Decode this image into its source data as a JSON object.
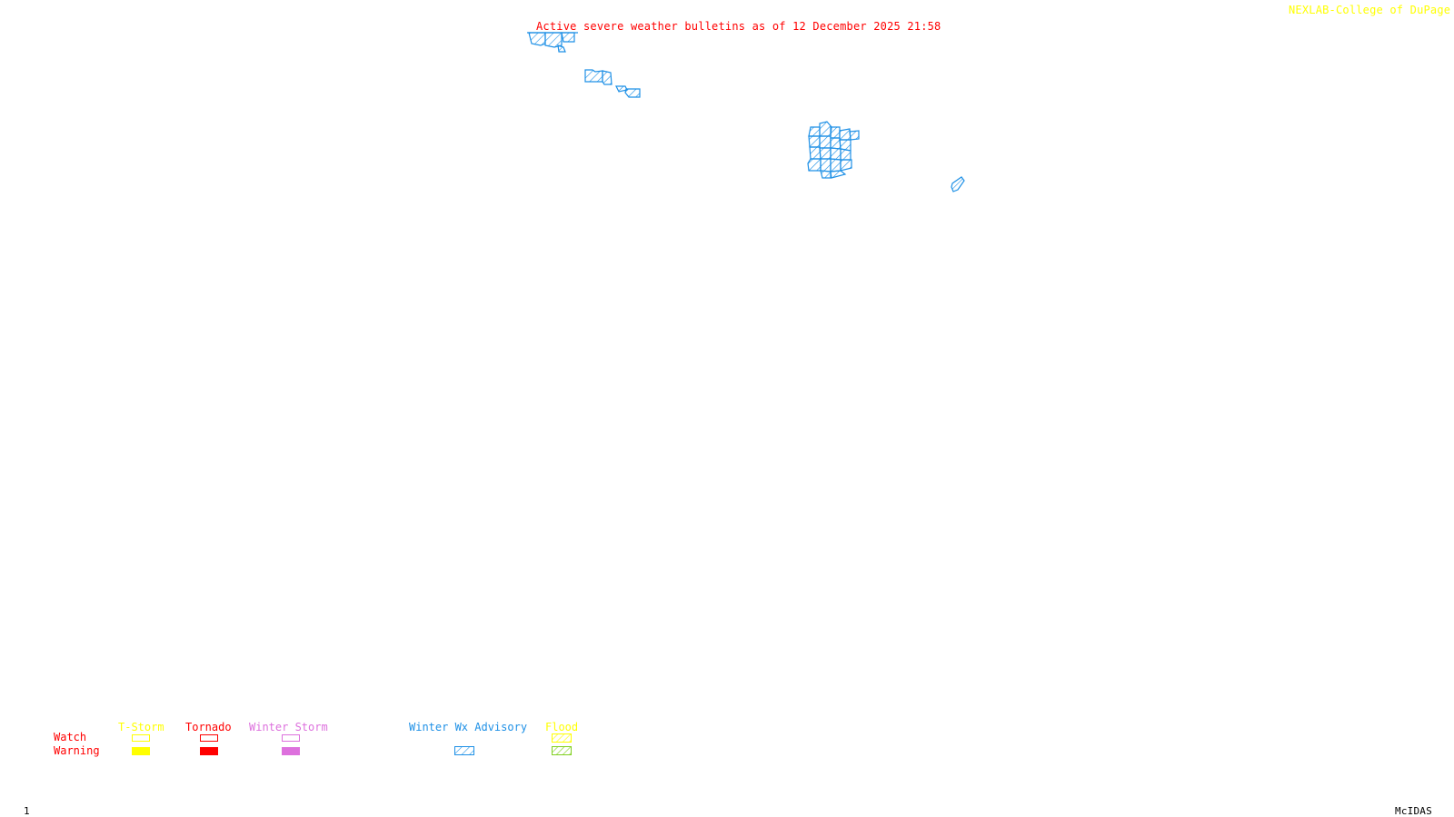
{
  "header": {
    "title": "Active severe weather bulletins as of 12 December 2025 21:58",
    "credit": "NEXLAB-College of DuPage",
    "credit_icon": "arrow-icon"
  },
  "footer": {
    "frame_number": "1",
    "brand": "McIDAS"
  },
  "colors": {
    "title": "#ff0000",
    "credit": "#ffff00",
    "tstorm": "#ffff00",
    "tornado": "#ff0000",
    "winter_storm": "#dd70dd",
    "winter_wx_advisory": "#1e90e6",
    "flood_watch": "#ffff00",
    "flood_warning": "#80d020"
  },
  "map": {
    "active_bulletin_type": "Winter Wx Advisory",
    "polygon_count_groups": 5
  },
  "legend": {
    "row_labels": {
      "watch": "Watch",
      "warning": "Warning"
    },
    "categories": [
      {
        "label": "T-Storm",
        "watch_style": "outline",
        "warning_style": "solid"
      },
      {
        "label": "Tornado",
        "watch_style": "outline",
        "warning_style": "solid"
      },
      {
        "label": "Winter Storm",
        "watch_style": "outline",
        "warning_style": "solid"
      },
      {
        "label": "Winter Wx Advisory",
        "watch_style": "none",
        "warning_style": "hatched"
      },
      {
        "label": "Flood",
        "watch_style": "hatched",
        "warning_style": "hatched"
      }
    ]
  }
}
